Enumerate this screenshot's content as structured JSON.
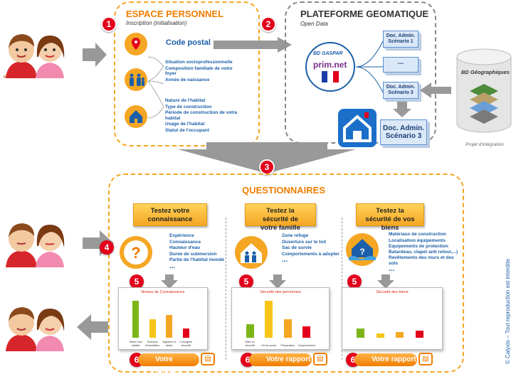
{
  "espace": {
    "title": "ESPACE PERSONNEL",
    "subtitle": "Inscription (initialisation)",
    "code_postal": "Code postal",
    "group1": [
      "Situation socioprofessionnelle",
      "Composition familiale de votre foyer",
      "Année de naissance"
    ],
    "group2": [
      "Nature de l'habitat",
      "Type de construction",
      "Période de construction de votre habitat",
      "Usage de l'habitat",
      "Statut de l'occupant"
    ]
  },
  "plateforme": {
    "title": "PLATEFORME GEOMATIQUE",
    "subtitle": "Open Data",
    "gaspar": "BD GASPAR",
    "prim": "prim.net",
    "docs": [
      "Doc. Admin. Scénario 1",
      "...",
      "Doc. Admin. Scénario 3"
    ],
    "big_doc": "Doc. Admin. Scénario 3"
  },
  "bd_geo": {
    "title": "BD Géographiques",
    "caption": "Projet d'intégration"
  },
  "steps": {
    "s1": "1",
    "s2": "2",
    "s3": "3",
    "s4": "4",
    "s5": "5",
    "s6": "6"
  },
  "questionnaires": {
    "title": "QUESTIONNAIRES",
    "cols": [
      {
        "btn": "Testez votre connaissance",
        "items": [
          "Expérience",
          "Connaissance",
          "Hauteur d'eau",
          "Durée de submersion",
          "Partie de l'habitat inondé"
        ],
        "more": "...",
        "card_title": "Niveau de Connaissance",
        "bar_labels": [
          "Situer mon habitat",
          "Scénario d'inondation",
          "Vigilance et alerte",
          "Consignes sécurité"
        ],
        "bar_values": [
          4,
          2,
          2.5,
          1
        ]
      },
      {
        "btn": "Testez la sécurité de votre famille",
        "items": [
          "Zone refuge",
          "Ouverture sur le toit",
          "Sac de survie",
          "Comportements à adopter"
        ],
        "more": "...",
        "card_title": "Sécurité des personnes",
        "bar_labels": [
          "Mise en sécurité",
          "Kit de survie",
          "Préparation",
          "Comportement"
        ],
        "bar_values": [
          1.5,
          4,
          2,
          1.2
        ]
      },
      {
        "btn": "Testez la sécurité de vos biens",
        "items": [
          "Matériaux de construction",
          "Localisation équipements",
          "Equipements de protection Batardeau, clapet anti retour,...)",
          "Revêtements des murs et des sols"
        ],
        "more": "...",
        "card_title": "Sécurité des biens",
        "bar_labels": [
          "",
          "",
          "",
          ""
        ],
        "bar_values": [
          1,
          0.5,
          0.6,
          0.8
        ]
      }
    ],
    "rapport": "Votre rapport"
  },
  "copyright": "© Calyxis – Tout reproduction est interdite",
  "colors": {
    "orange": "#f07d00",
    "red": "#e3001b",
    "blue": "#1b5fa8",
    "green": "#7cb518",
    "yellow": "#f5c518"
  }
}
